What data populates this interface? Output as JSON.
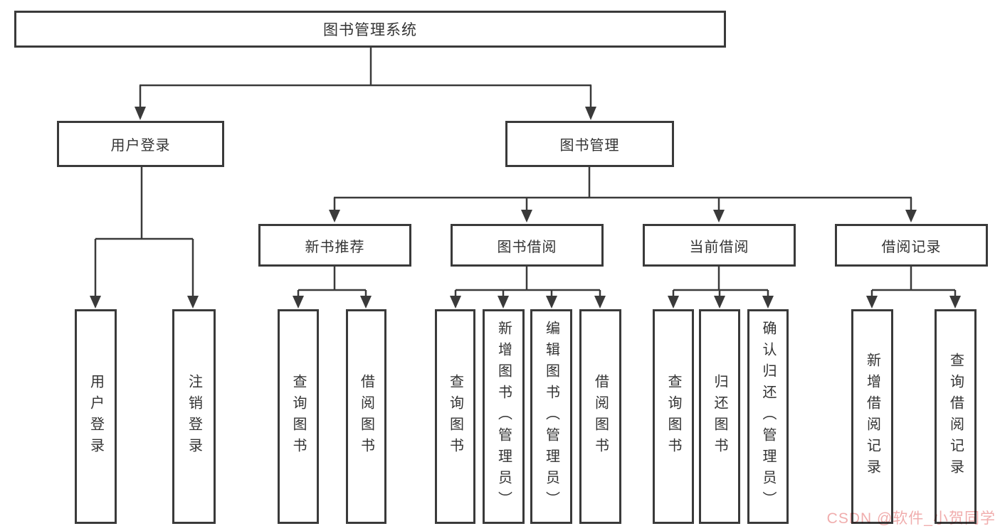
{
  "tree": {
    "label": "图书管理系统",
    "children": [
      {
        "label": "用户登录",
        "children": [
          {
            "label": "用户登录"
          },
          {
            "label": "注销登录"
          }
        ]
      },
      {
        "label": "图书管理",
        "children": [
          {
            "label": "新书推荐",
            "children": [
              {
                "label": "查询图书"
              },
              {
                "label": "借阅图书"
              }
            ]
          },
          {
            "label": "图书借阅",
            "children": [
              {
                "label": "查询图书"
              },
              {
                "label": "新增图书（管理员）"
              },
              {
                "label": "编辑图书（管理员）"
              },
              {
                "label": "借阅图书"
              }
            ]
          },
          {
            "label": "当前借阅",
            "children": [
              {
                "label": "查询图书"
              },
              {
                "label": "归还图书"
              },
              {
                "label": "确认归还（管理员）"
              }
            ]
          },
          {
            "label": "借阅记录",
            "children": [
              {
                "label": "新增借阅记录"
              },
              {
                "label": "查询借阅记录"
              }
            ]
          }
        ]
      }
    ]
  },
  "watermark": {
    "text": "CSDN @软件_小贺同学",
    "color": "#f0adad"
  },
  "colors": {
    "line": "#3a3a3a",
    "box_border": "#3a3a3a",
    "text": "#333333",
    "background": "#ffffff"
  }
}
